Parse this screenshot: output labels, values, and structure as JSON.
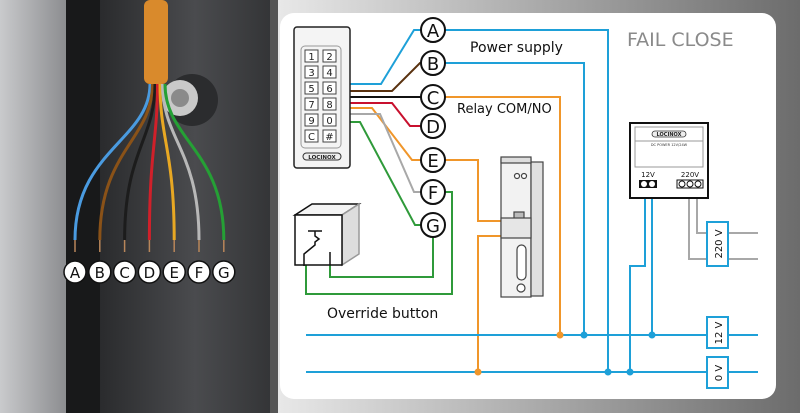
{
  "photo": {
    "wire_labels": [
      "A",
      "B",
      "C",
      "D",
      "E",
      "F",
      "G"
    ],
    "wire_colors": [
      "#4a9be0",
      "#8a5218",
      "#1c1c1c",
      "#d0202a",
      "#e8a823",
      "#b8b8b8",
      "#25a035"
    ],
    "cable_color": "#d98a2c"
  },
  "diagram": {
    "title": "FAIL CLOSE",
    "terminals": [
      "A",
      "B",
      "C",
      "D",
      "E",
      "F",
      "G"
    ],
    "power_supply_label": "Power supply",
    "relay_label": "Relay COM/NO",
    "override_label": "Override button",
    "keypad_keys": [
      "1",
      "2",
      "3",
      "4",
      "5",
      "6",
      "7",
      "8",
      "9",
      "0",
      "C",
      "#"
    ],
    "keypad_brand": "LOCINOX",
    "psu": {
      "brand": "LOCINOX",
      "model": "DC POWER 12V/24W",
      "out_label": "12V",
      "in_label": "220V"
    },
    "rail_labels": {
      "mains": "220 V",
      "positive": "12 V",
      "ground": "0 V"
    },
    "colors": {
      "blue": "#1ea0d8",
      "brown": "#5a3210",
      "black": "#111111",
      "red": "#c8102e",
      "orange": "#f0962a",
      "gray": "#a8a8a8",
      "green": "#2f9a3a",
      "title": "#8a8a8a"
    }
  }
}
